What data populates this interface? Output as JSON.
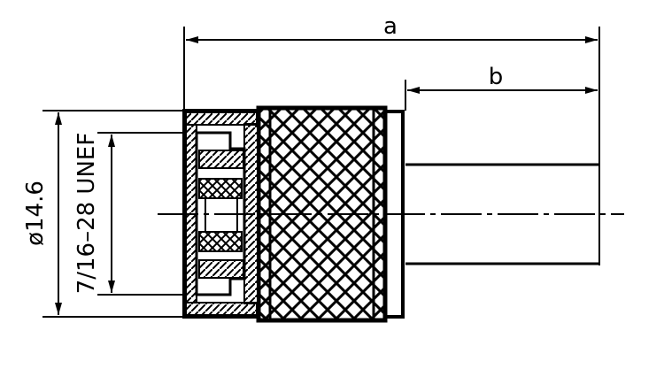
{
  "drawing": {
    "dimension_a": "a",
    "dimension_b": "b",
    "diameter_label": "ø14.6",
    "thread_label": "7/16–28 UNEF"
  },
  "colors": {
    "ink": "#000000",
    "background": "#ffffff"
  }
}
